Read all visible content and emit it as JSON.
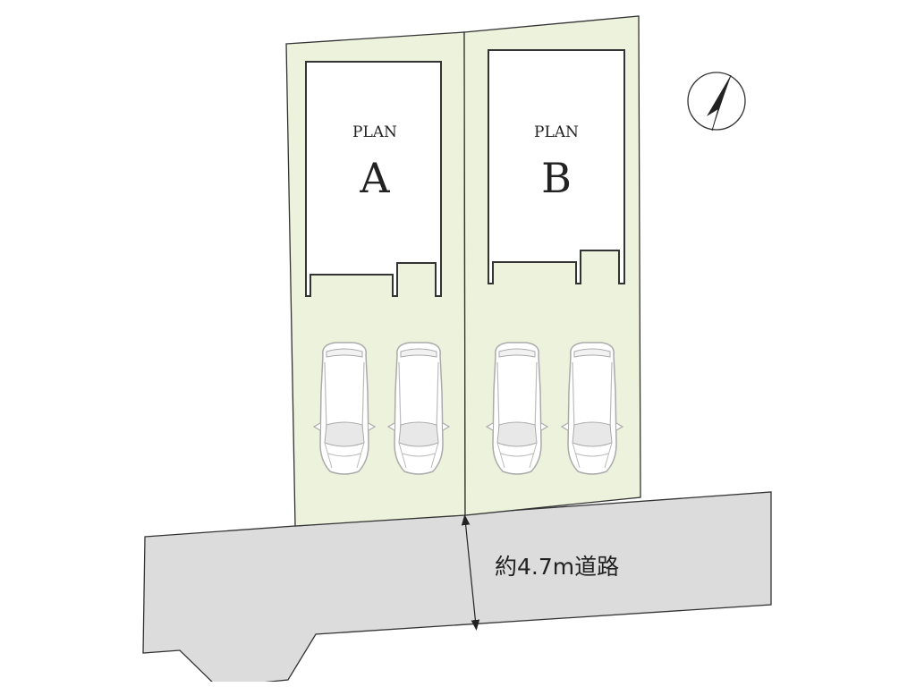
{
  "lots": [
    {
      "plan_word": "PLAN",
      "letter": "A",
      "parking_spaces": 2
    },
    {
      "plan_word": "PLAN",
      "letter": "B",
      "parking_spaces": 2
    }
  ],
  "road": {
    "label": "約4.7m道路"
  },
  "compass": {
    "icon": "north-arrow-icon"
  },
  "colors": {
    "lot_fill": "#edf2dc",
    "road_fill": "#dcdcdc",
    "line": "#333333",
    "car_glass": "#e6e6e6"
  }
}
